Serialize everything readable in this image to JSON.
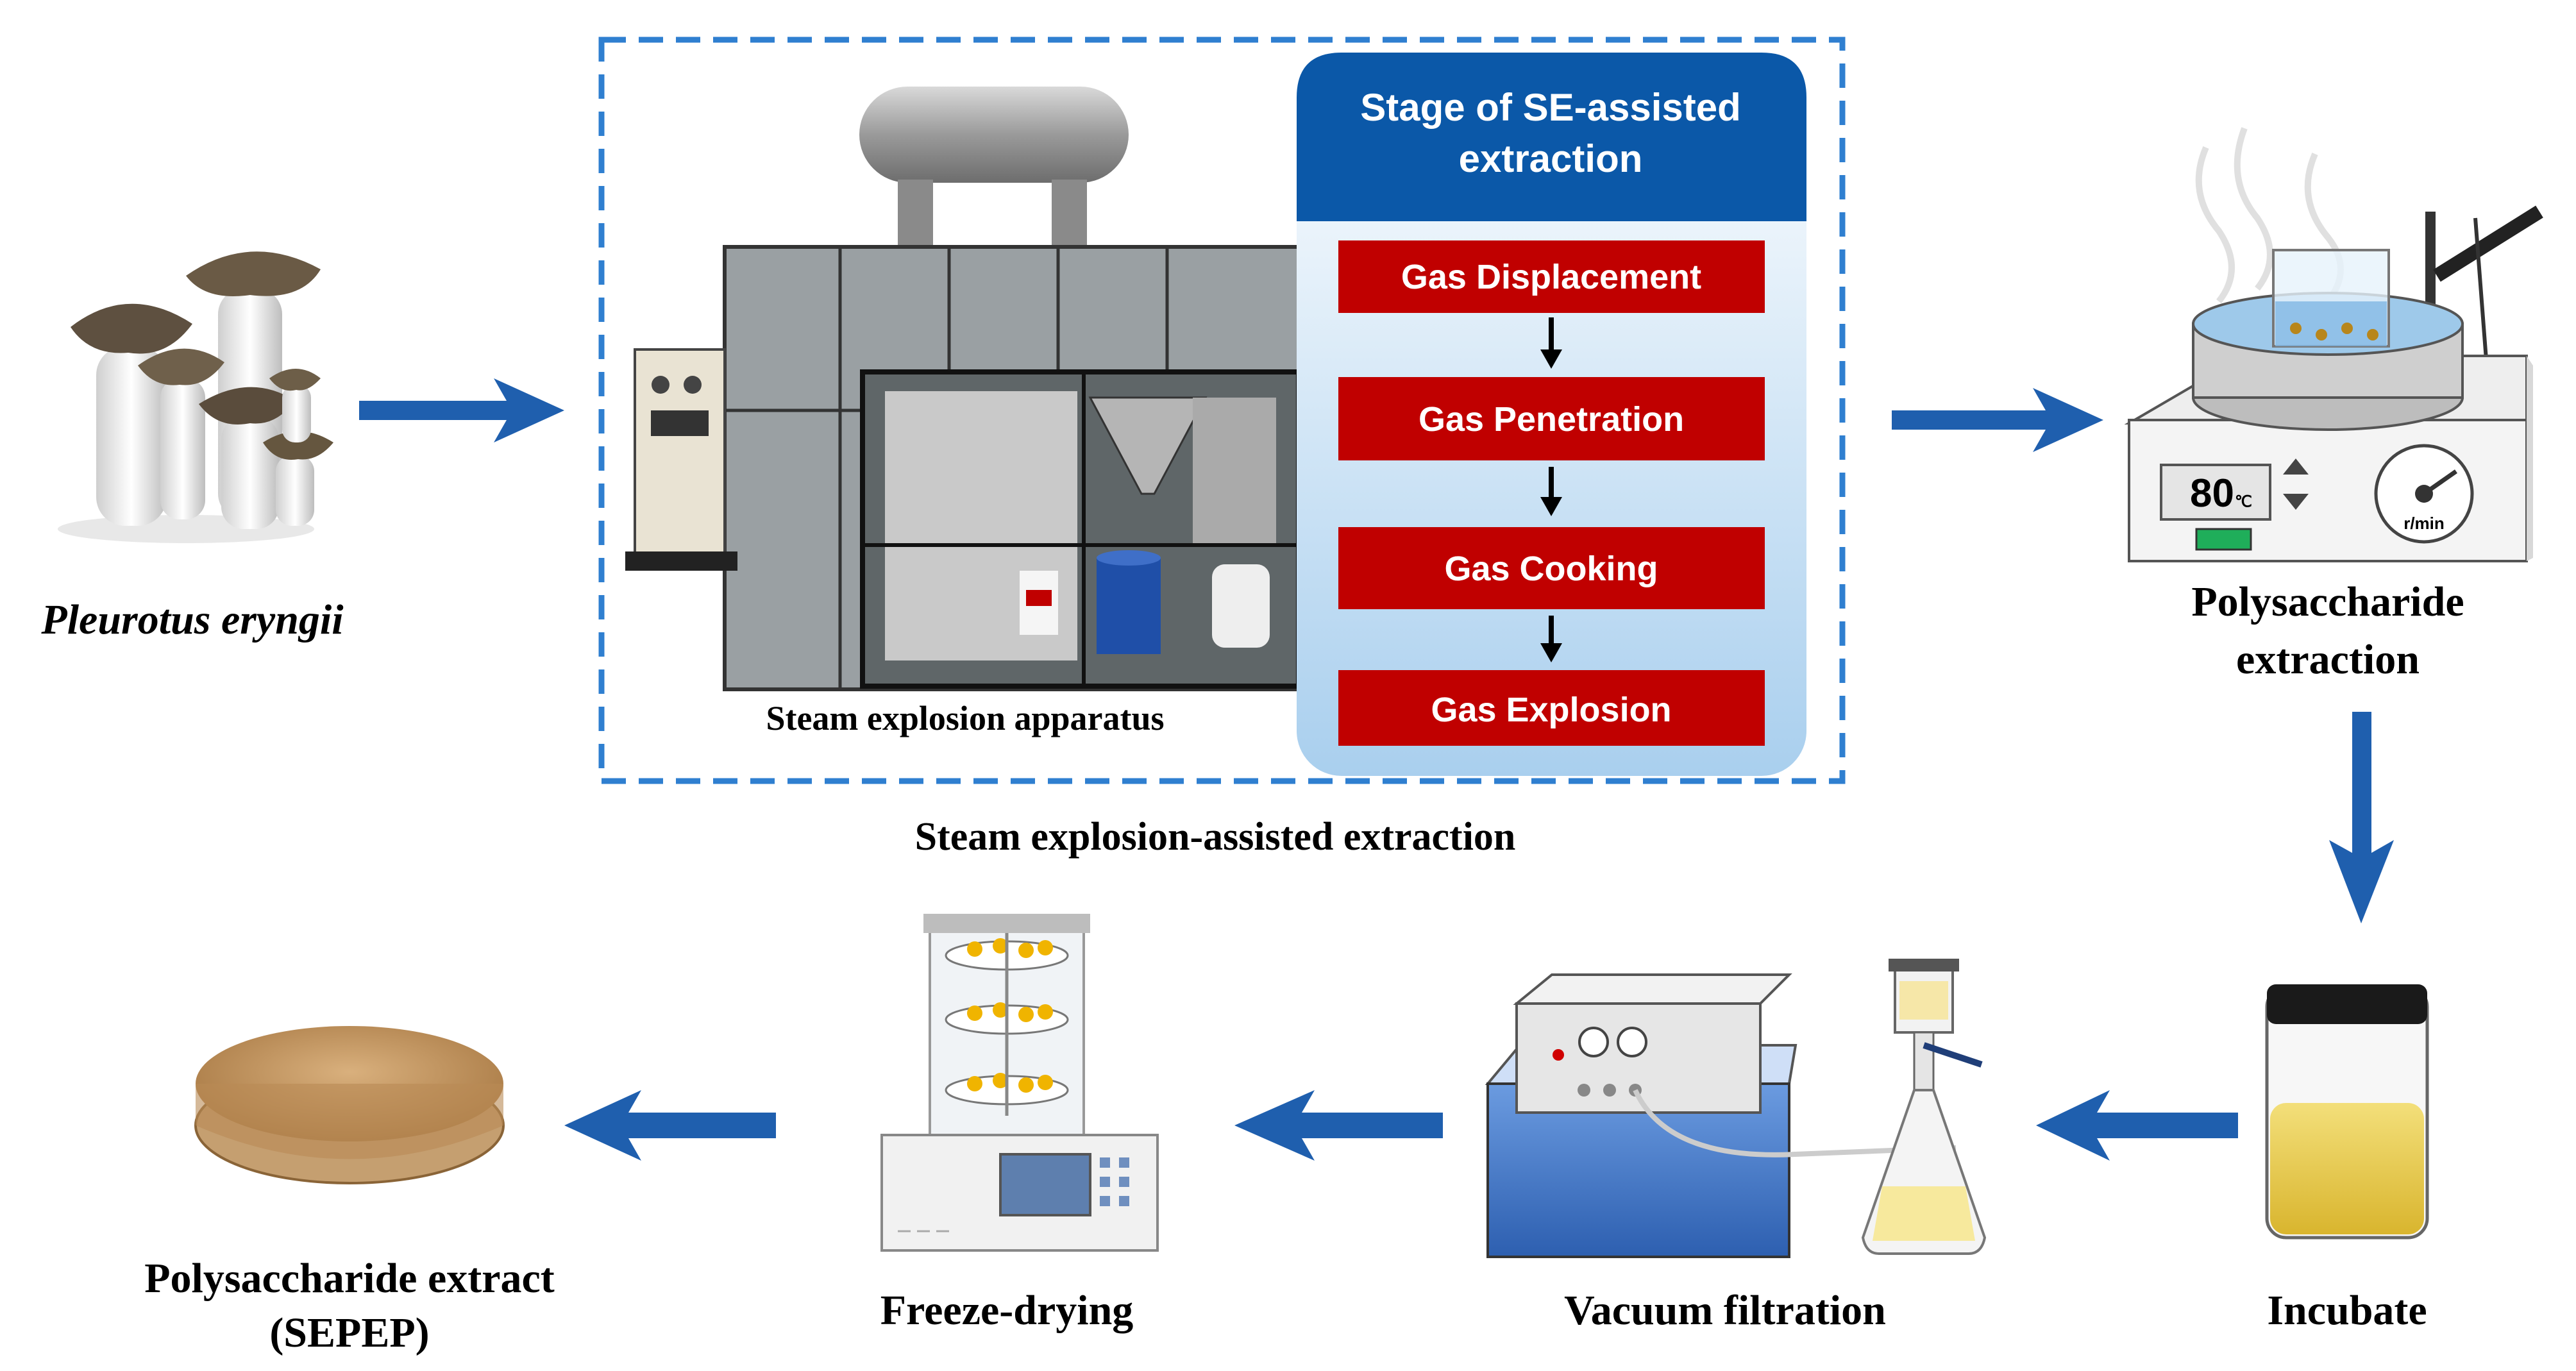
{
  "labels": {
    "mushroom": "Pleurotus eryngii",
    "apparatus": "Steam explosion apparatus",
    "se_group": "Steam explosion-assisted extraction",
    "polysaccharide_line1": "Polysaccharide",
    "polysaccharide_line2": "extraction",
    "incubate": "Incubate",
    "vacuum": "Vacuum filtration",
    "freeze": "Freeze-drying",
    "extract_line1": "Polysaccharide extract",
    "extract_line2": "(SEPEP)"
  },
  "stages": {
    "title_line1": "Stage of SE-assisted",
    "title_line2": "extraction",
    "steps": [
      "Gas Displacement",
      "Gas Penetration",
      "Gas Cooking",
      "Gas Explosion"
    ]
  },
  "stirrer_display": {
    "temperature": "80",
    "unit": "℃",
    "speed_unit": "r/min"
  },
  "colors": {
    "arrow_blue": "#1f5fae",
    "stage_header": "#0b58a8",
    "step_red": "#c00000",
    "dashed_border": "#2f7fd0"
  }
}
